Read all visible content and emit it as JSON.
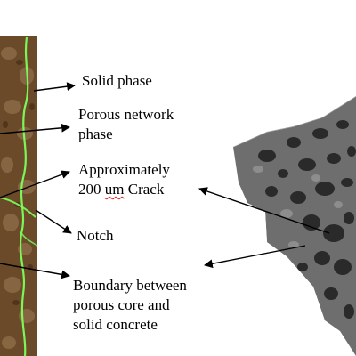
{
  "labels": {
    "solid_phase": "Solid phase",
    "porous_network_line1": "Porous network",
    "porous_network_line2": "phase",
    "crack_line1": "Approximately",
    "crack_line2_value": "200",
    "crack_line2_unit": "um",
    "crack_line2_rest": "Crack",
    "notch": "Notch",
    "boundary_line1": "Boundary between",
    "boundary_line2": "porous core and",
    "boundary_line3": "solid concrete"
  },
  "colors": {
    "micrograph_base": "#6b4a2a",
    "crack_highlight": "#7dff5a",
    "ct_scan_base": "#6e6e6e",
    "arrow": "#000000"
  }
}
